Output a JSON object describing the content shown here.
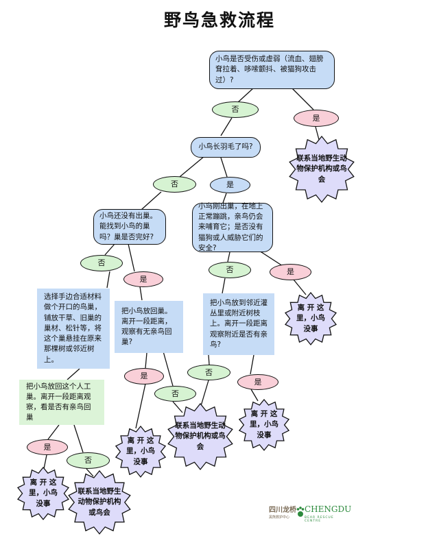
{
  "title": "野鸟急救流程",
  "nodes": {
    "q1": "小鸟是否受伤或虚弱（流血、翅膀耷拉着、哆嗦颤抖、被猫狗攻击过）?",
    "q2": "小鸟长羽毛了吗?",
    "q3": "小鸟还没有出巢。能找到小鸟的巢吗？巢是否完好?",
    "q4": "小鸟刚出巢，在地上正常蹦跳，亲鸟仍会来哺育它；是否没有猫狗或人威胁它们的安全?",
    "box_nest": "选择手边合适材料做个开口的鸟巢，铺放干草、旧巢的巢材、松针等，将这个巢悬挂在原来那棵树或邻近树上。",
    "box_putback": "把小鸟放回巢。离开一段距离，观察有无亲鸟回巢?",
    "box_bush": "把小鸟放到邻近灌丛里或附近树枝上。离开一段距离观察附近是否有亲鸟?",
    "box_artificial": "把小鸟放回这个人工巢。离开一段距离观察，看是否有亲鸟回巢",
    "contact": "联系当地野生动物保护机构或鸟会",
    "leave": "离 开 这 里，小鸟 没事"
  },
  "labels": {
    "yes": "是",
    "no": "否"
  },
  "logo": {
    "cn": "四川龙桥",
    "cn_sub": "黑熊救护中心",
    "en": "CHENGDU",
    "en_sub": "BEAR RESCUE CENTRE"
  },
  "colors": {
    "question": "#c6dcf6",
    "no": "#d6f3d2",
    "yes": "#f9cfd8",
    "end": "#dedcfa",
    "green_box": "#dcf4d8"
  }
}
